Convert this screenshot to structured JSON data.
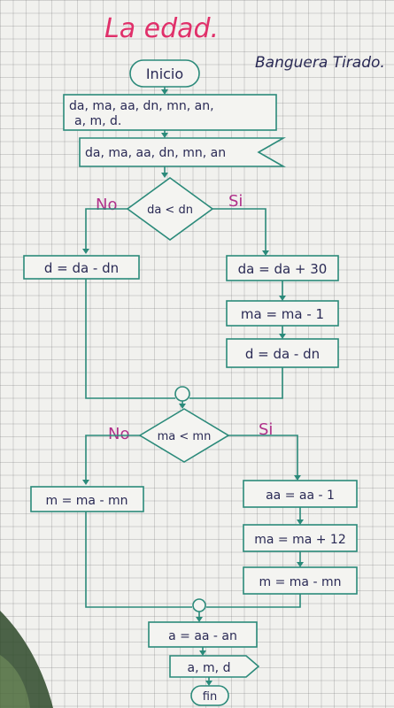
{
  "title": "La edad.",
  "author": "Banguera Tirado.",
  "labels": {
    "no": "No",
    "si": "Si"
  },
  "nodes": {
    "start": "Inicio",
    "input_line1": "da, ma, aa, dn, mn, an,",
    "input_line2": "a, m, d.",
    "read": "da, ma, aa, dn, mn, an",
    "cond1": "da < dn",
    "d_no": "d = da - dn",
    "da_plus": "da = da + 30",
    "ma_minus": "ma = ma - 1",
    "d_yes": "d = da - dn",
    "cond2": "ma < mn",
    "m_no": "m = ma - mn",
    "aa_minus": "aa = aa - 1",
    "ma_plus": "ma = ma + 12",
    "m_yes": "m = ma - mn",
    "a_calc": "a = aa - an",
    "output": "a, m, d",
    "end": "fin"
  },
  "colors": {
    "title": "#e0306a",
    "flow": "#2b8a7a",
    "ink": "#2a2a55",
    "branch_label": "#b0308a"
  }
}
